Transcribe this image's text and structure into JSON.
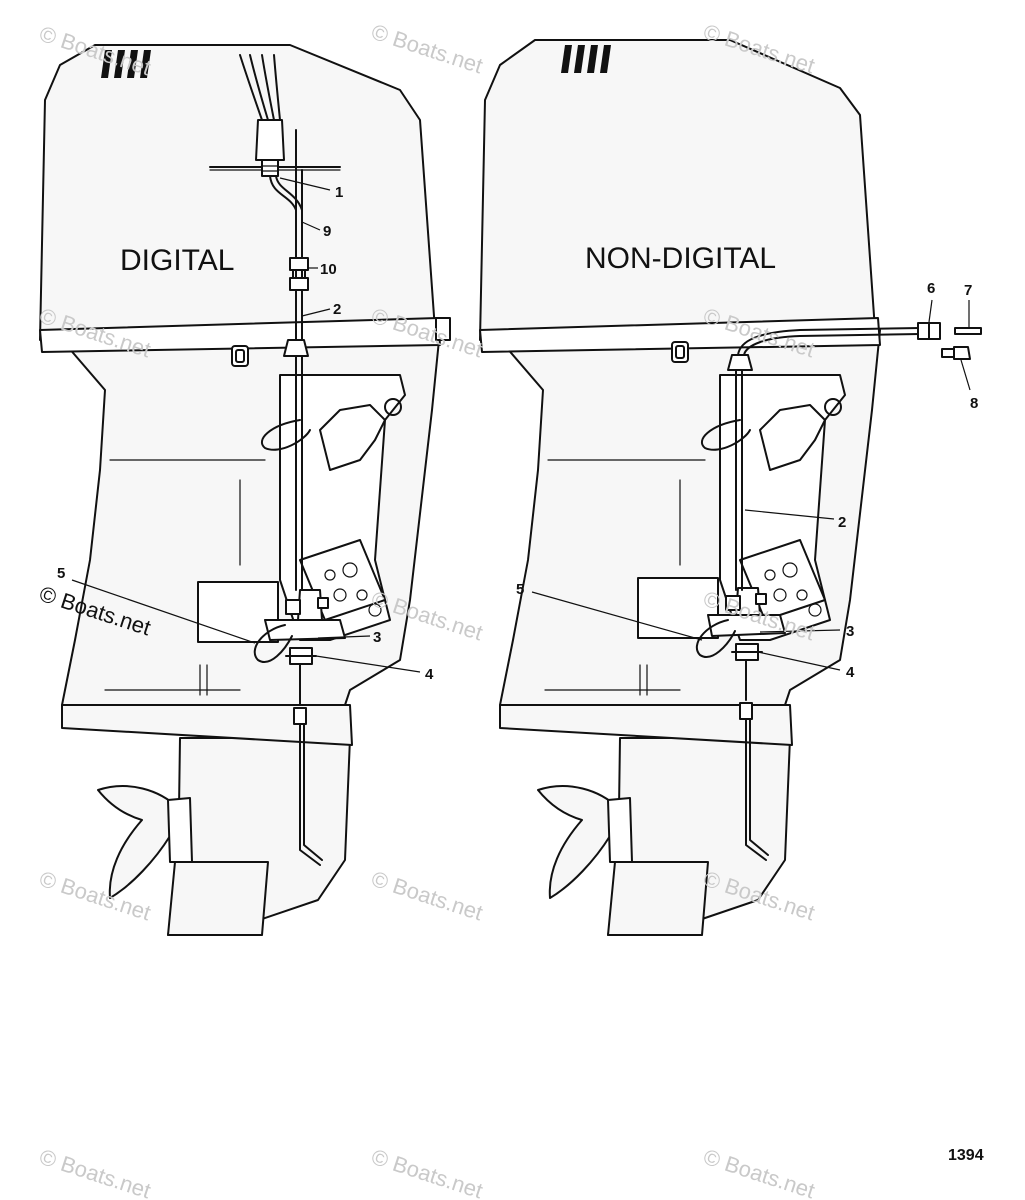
{
  "panels": {
    "left": {
      "label": "DIGITAL"
    },
    "right": {
      "label": "NON-DIGITAL"
    }
  },
  "callouts": {
    "left": [
      {
        "id": "1",
        "text": "1"
      },
      {
        "id": "9",
        "text": "9"
      },
      {
        "id": "10",
        "text": "10"
      },
      {
        "id": "2",
        "text": "2"
      },
      {
        "id": "5",
        "text": "5"
      },
      {
        "id": "3",
        "text": "3"
      },
      {
        "id": "4",
        "text": "4"
      }
    ],
    "right": [
      {
        "id": "6",
        "text": "6"
      },
      {
        "id": "7",
        "text": "7"
      },
      {
        "id": "8",
        "text": "8"
      },
      {
        "id": "2",
        "text": "2"
      },
      {
        "id": "5",
        "text": "5"
      },
      {
        "id": "3",
        "text": "3"
      },
      {
        "id": "4",
        "text": "4"
      }
    ]
  },
  "diagram_number": "1394",
  "watermark": "© Boats.net",
  "colors": {
    "line": "#111111",
    "watermark": "#c9c9c9",
    "background": "#ffffff"
  }
}
